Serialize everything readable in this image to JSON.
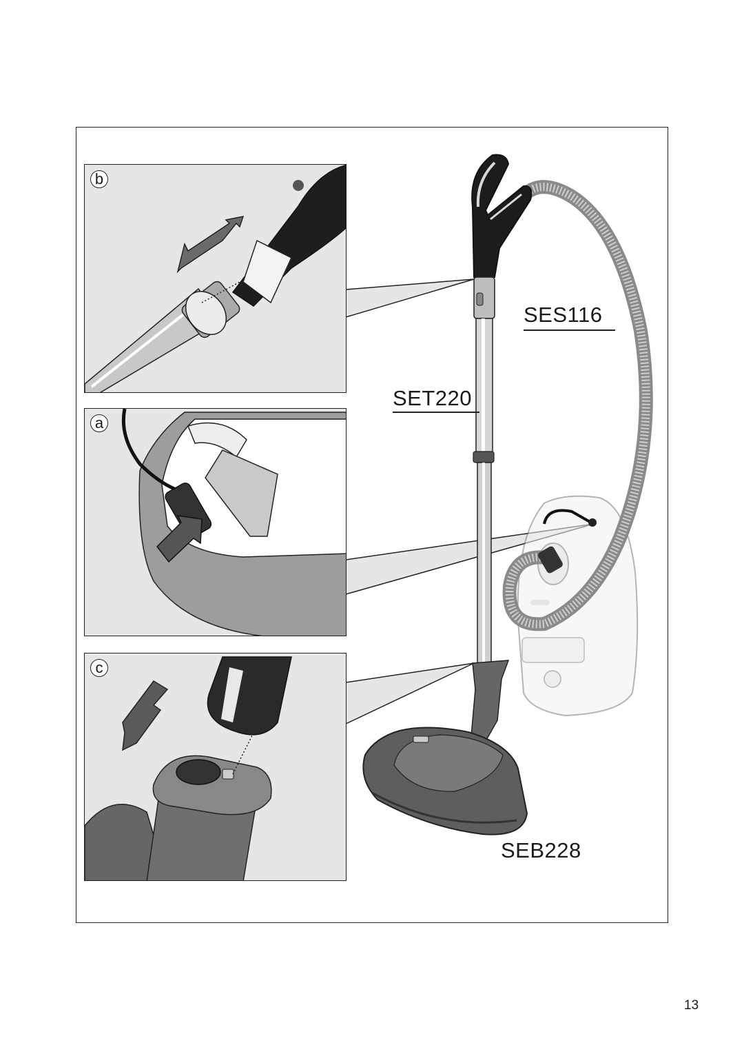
{
  "panels": {
    "b": {
      "label": "b"
    },
    "a": {
      "label": "a"
    },
    "c": {
      "label": "c"
    }
  },
  "parts": {
    "hose": "SES116",
    "tube": "SET220",
    "floor_nozzle": "SEB228"
  },
  "page_number": "13"
}
